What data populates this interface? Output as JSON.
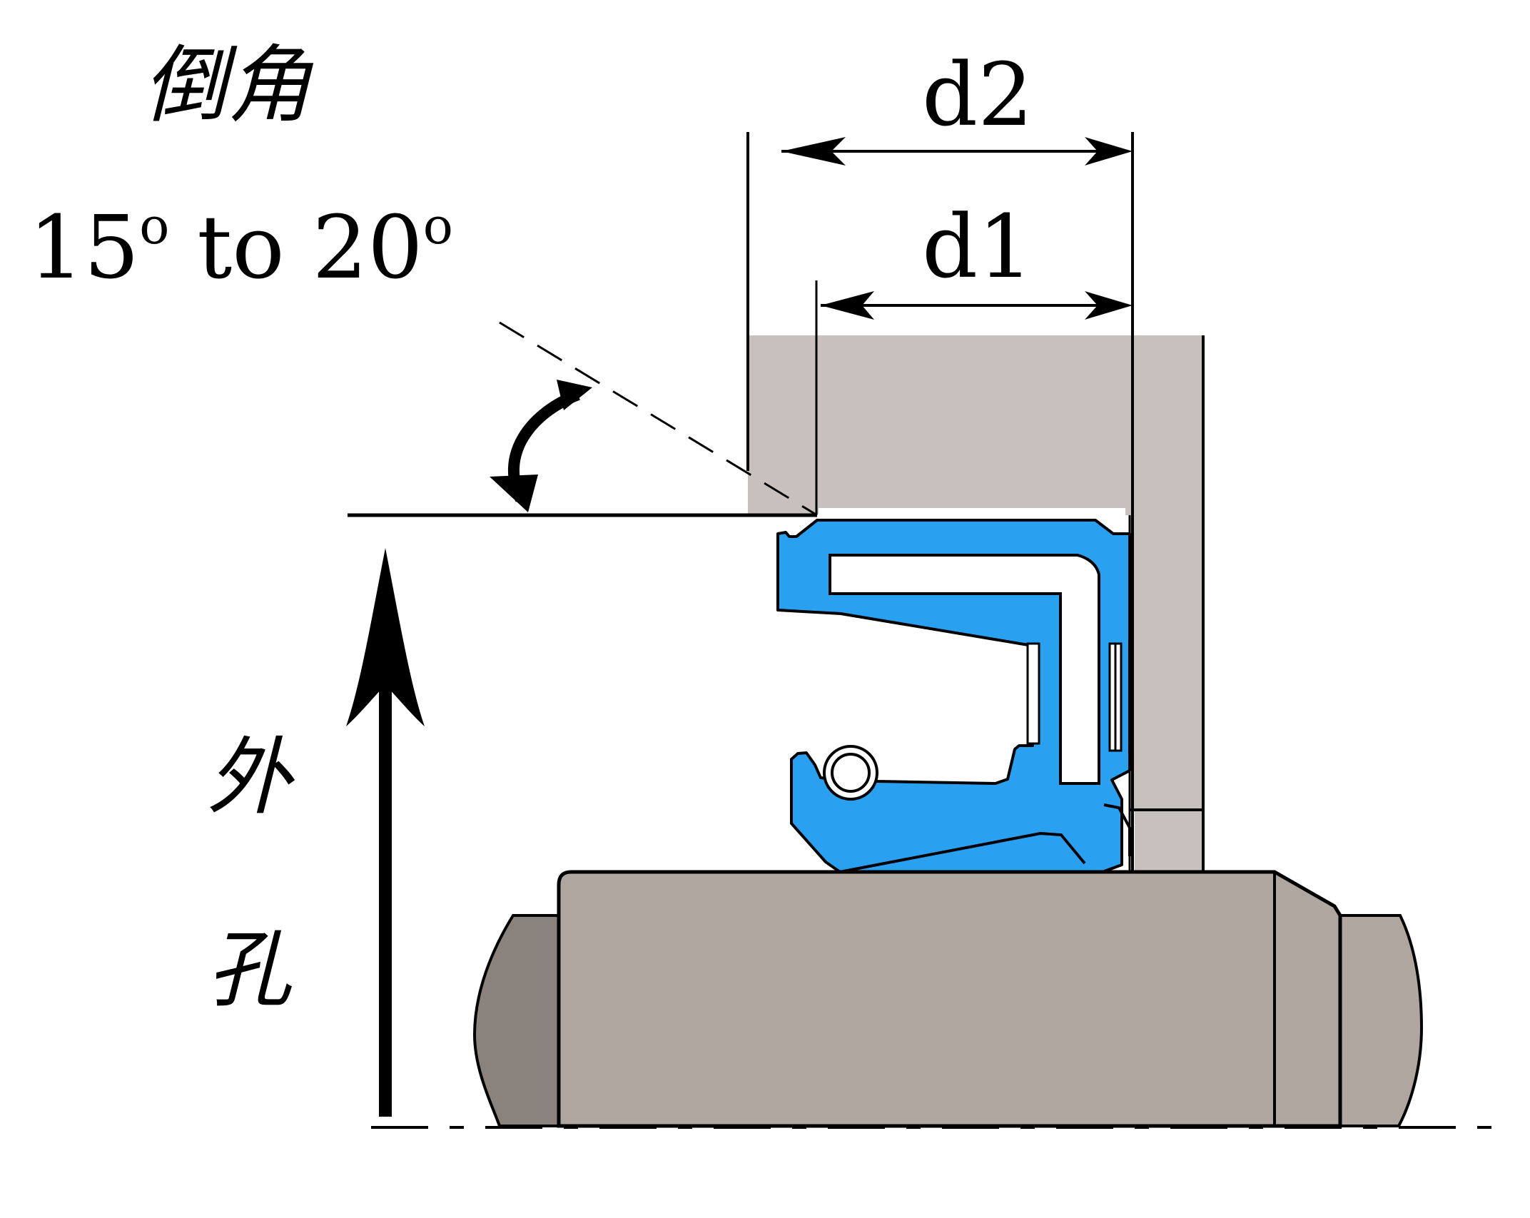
{
  "labels": {
    "chamfer": "倒角",
    "angle": "15° to 20°",
    "angle_parts": {
      "from": "15",
      "degree": "o",
      "to_word": "to",
      "upper": "20"
    },
    "d2": "d2",
    "d1": "d1",
    "outer": "外",
    "hole": "孔"
  },
  "colors": {
    "seal": "#2aa1f0",
    "housing": "#c8c0bc",
    "shaft": "#b0a6a0",
    "shaft_end": "#8a827c",
    "line": "#000000"
  }
}
